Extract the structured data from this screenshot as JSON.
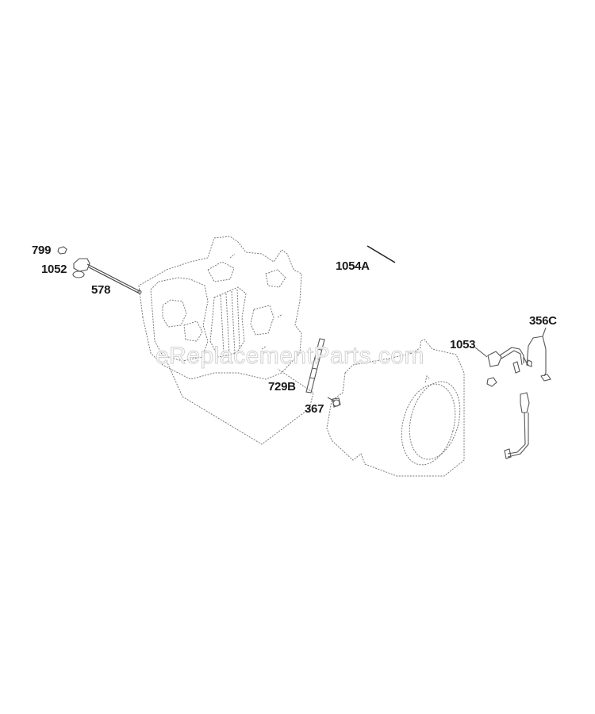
{
  "diagram": {
    "type": "exploded-parts-diagram",
    "watermark": "eReplacementParts.com",
    "parts": [
      {
        "id": "799",
        "label": "799"
      },
      {
        "id": "1052",
        "label": "1052"
      },
      {
        "id": "578",
        "label": "578"
      },
      {
        "id": "1054A",
        "label": "1054A"
      },
      {
        "id": "729B",
        "label": "729B"
      },
      {
        "id": "367",
        "label": "367"
      },
      {
        "id": "1053",
        "label": "1053"
      },
      {
        "id": "356C",
        "label": "356C"
      }
    ],
    "colors": {
      "background": "#ffffff",
      "label_text": "#1a1a1a",
      "line_art": "#7a7a7a",
      "watermark": "#cfcfcf"
    }
  }
}
